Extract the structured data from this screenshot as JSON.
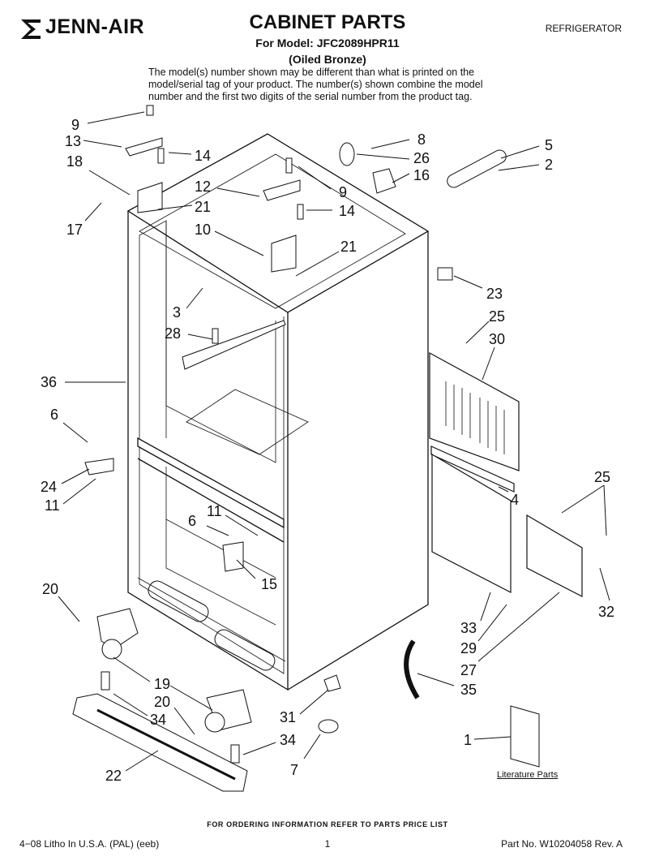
{
  "header": {
    "brand": "JENN-AIR",
    "title": "CABINET PARTS",
    "model_line": "For Model: JFC2089HPR11",
    "finish_line": "(Oiled Bronze)",
    "category": "REFRIGERATOR",
    "note_lines": [
      "The model(s) number shown may be different than what is printed on the",
      "model/serial tag of your product. The number(s) shown combine the model",
      "number and the first two digits of the serial number from the product tag."
    ]
  },
  "diagram": {
    "callouts": [
      "9",
      "13",
      "18",
      "17",
      "14",
      "21",
      "12",
      "9",
      "14",
      "10",
      "21",
      "8",
      "26",
      "16",
      "5",
      "2",
      "23",
      "25",
      "30",
      "3",
      "28",
      "36",
      "6",
      "24",
      "11",
      "4",
      "25",
      "11",
      "6",
      "15",
      "32",
      "20",
      "33",
      "29",
      "27",
      "35",
      "19",
      "34",
      "20",
      "31",
      "34",
      "7",
      "1",
      "22"
    ],
    "literature_label": "Literature Parts"
  },
  "footer": {
    "ordering": "FOR ORDERING INFORMATION REFER TO PARTS PRICE LIST",
    "print_info": "4−08 Litho In U.S.A. (PAL) (eeb)",
    "page": "1",
    "part_number": "Part No. W10204058 Rev. A"
  }
}
